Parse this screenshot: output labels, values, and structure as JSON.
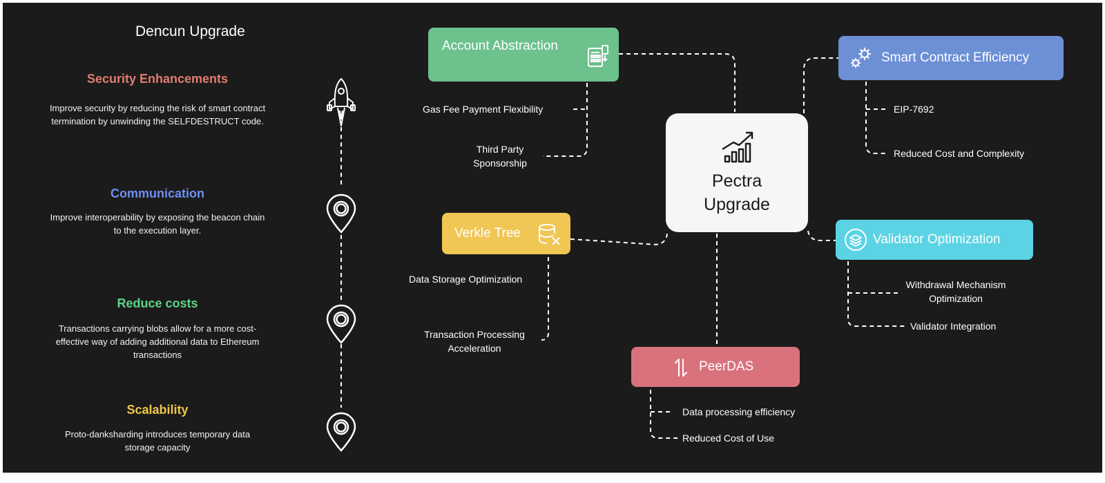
{
  "dencun": {
    "title": "Dencun Upgrade",
    "sections": [
      {
        "title": "Security Enhancements",
        "color": "#e07d6e",
        "desc": [
          "Improve security by reducing the risk of smart contract",
          "termination by unwinding the SELFDESTRUCT code."
        ]
      },
      {
        "title": "Communication",
        "color": "#6d8ff0",
        "desc": [
          "Improve interoperability by exposing the beacon chain",
          "to the execution layer."
        ]
      },
      {
        "title": "Reduce costs",
        "color": "#5fd48a",
        "desc": [
          "Transactions carrying blobs allow for a more cost-",
          "effective way of adding additional data to Ethereum",
          "transactions"
        ]
      },
      {
        "title": "Scalability",
        "color": "#f0c64a",
        "desc": [
          "Proto-danksharding introduces temporary data",
          "storage capacity"
        ]
      }
    ]
  },
  "pectra": {
    "center": {
      "line1": "Pectra",
      "line2": "Upgrade"
    },
    "nodes": {
      "account_abstraction": {
        "label": "Account Abstraction",
        "color": "#6cc18c",
        "icon": "calculator-icon",
        "subs": [
          "Gas Fee Payment Flexibility",
          "Third Party",
          "Sponsorship"
        ]
      },
      "smart_contract": {
        "label": "Smart Contract Efficiency",
        "color": "#6c8fd6",
        "icon": "gears-icon",
        "subs": [
          "EIP-7692",
          "Reduced Cost and Complexity"
        ]
      },
      "verkle": {
        "label": "Verkle Tree",
        "color": "#f0c654",
        "icon": "database-x-icon",
        "subs": [
          "Data Storage Optimization",
          "Transaction Processing",
          "Acceleration"
        ]
      },
      "validator": {
        "label": "Validator Optimization",
        "color": "#5bd3e4",
        "icon": "layers-icon",
        "subs": [
          "Withdrawal Mechanism",
          "Optimization",
          "Validator Integration"
        ]
      },
      "peerdas": {
        "label": "PeerDAS",
        "color": "#d9727c",
        "icon": "up-down-arrows-icon",
        "subs": [
          "Data processing efficiency",
          "Reduced Cost of Use"
        ]
      }
    }
  }
}
